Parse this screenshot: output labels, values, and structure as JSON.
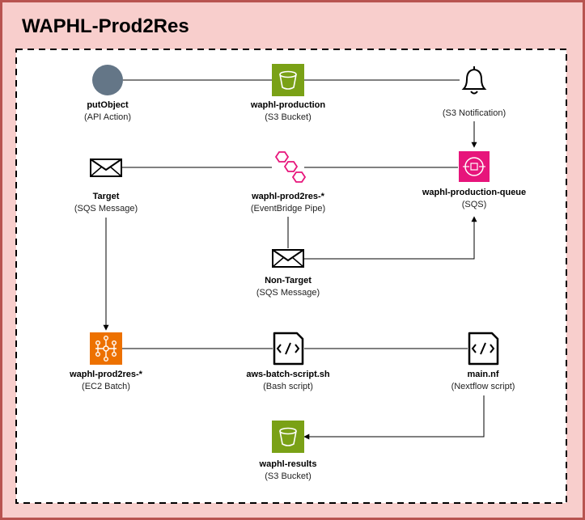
{
  "title": "WAPHL-Prod2Res",
  "colors": {
    "outer_fill": "#f8cecc",
    "outer_border": "#b85450",
    "s3_green": "#7aa116",
    "sqs_pink": "#e7157b",
    "batch_orange": "#ed7100",
    "eventbridge_pink": "#e7157b",
    "api_circle": "#647687"
  },
  "nodes": {
    "put_object": {
      "name": "putObject",
      "type": "(API Action)",
      "icon": "api-action-circle-icon"
    },
    "production_bucket": {
      "name": "waphl-production",
      "type": "(S3 Bucket)",
      "icon": "s3-bucket-icon"
    },
    "s3_notification": {
      "name": "",
      "type": "(S3 Notification)",
      "icon": "bell-icon"
    },
    "target_message": {
      "name": "Target",
      "type": "(SQS Message)",
      "icon": "envelope-icon"
    },
    "eventbridge_pipe": {
      "name": "waphl-prod2res-*",
      "type": "(EventBridge Pipe)",
      "icon": "eventbridge-pipe-icon"
    },
    "production_queue": {
      "name": "waphl-production-queue",
      "type": "(SQS)",
      "icon": "sqs-queue-icon"
    },
    "non_target_message": {
      "name": "Non-Target",
      "type": "(SQS Message)",
      "icon": "envelope-icon"
    },
    "ec2_batch": {
      "name": "waphl-prod2res-*",
      "type": "(EC2 Batch)",
      "icon": "batch-icon"
    },
    "batch_script": {
      "name": "aws-batch-script.sh",
      "type": "(Bash script)",
      "icon": "code-file-icon"
    },
    "nextflow_script": {
      "name": "main.nf",
      "type": "(Nextflow script)",
      "icon": "code-file-icon"
    },
    "results_bucket": {
      "name": "waphl-results",
      "type": "(S3 Bucket)",
      "icon": "s3-bucket-icon"
    }
  }
}
